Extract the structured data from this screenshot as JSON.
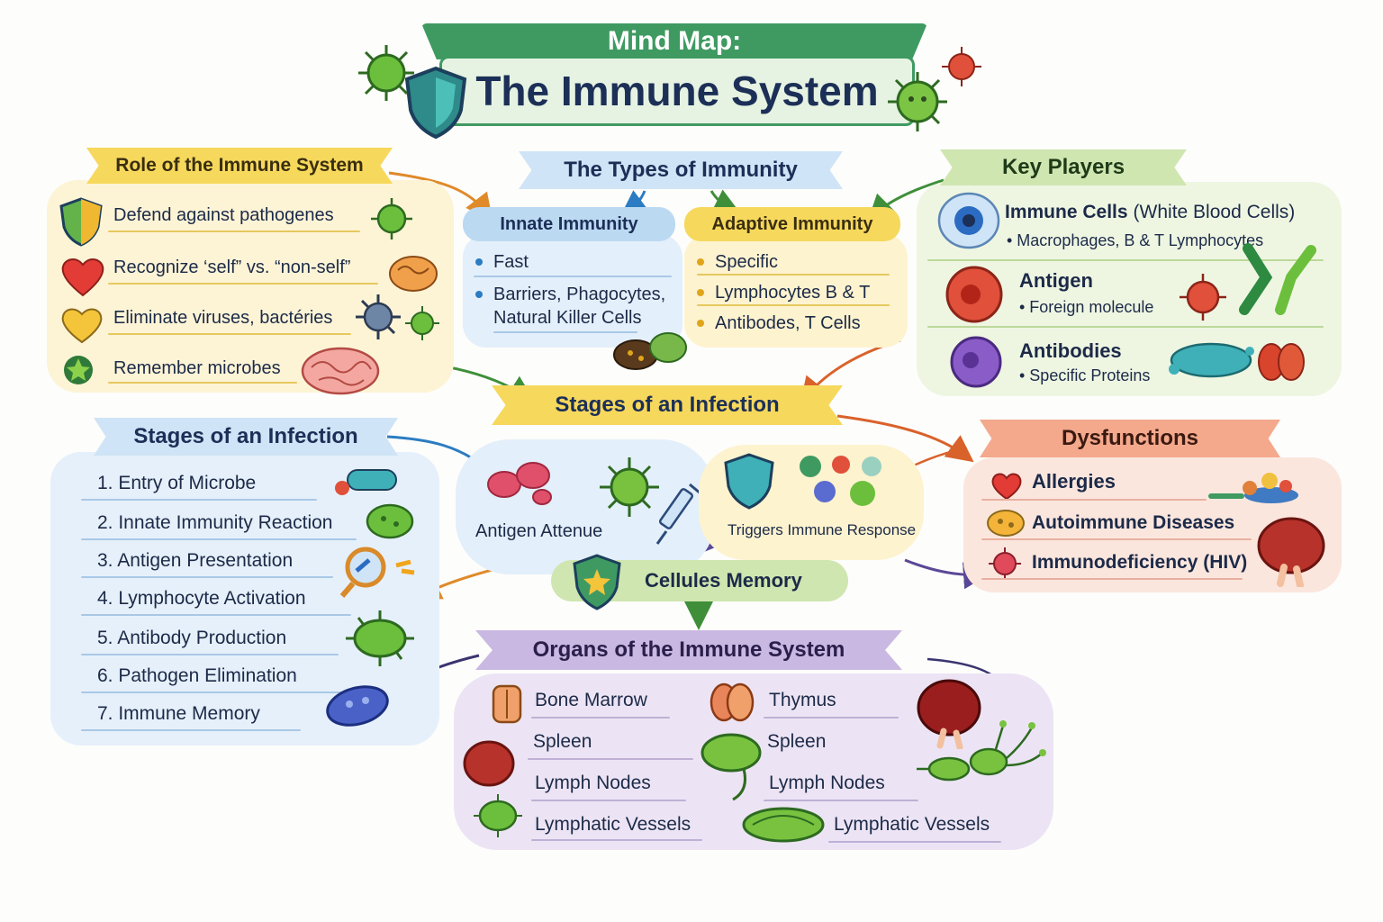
{
  "title": {
    "line1": "Mind Map:",
    "line2": "The Immune System"
  },
  "role": {
    "heading": "Role of the Immune System",
    "items": [
      "Defend against pathogenes",
      "Recognize ‘self” vs. “non-self”",
      "Eliminate viruses, bactéries",
      "Remember microbes"
    ]
  },
  "types": {
    "heading": "The Types of Immunity",
    "innate": {
      "heading": "Innate Immunity",
      "items": [
        "Fast",
        "Barriers, Phagocytes,",
        "Natural Killer Cells"
      ]
    },
    "adaptive": {
      "heading": "Adaptive Immunity",
      "items": [
        "Specific",
        "Lymphocytes B & T",
        "Antibodes, T Cells"
      ]
    }
  },
  "players": {
    "heading": "Key Players",
    "cells": {
      "title": "Immune Cells",
      "title_suffix": "(White Blood Cells)",
      "detail": "• Macrophages, B & T Lymphocytes"
    },
    "antigen": {
      "title": "Antigen",
      "detail": "• Foreign molecule"
    },
    "antibodies": {
      "title": "Antibodies",
      "detail": "• Specific Proteins"
    }
  },
  "center": {
    "heading": "Stages of an Infection",
    "antigen_label": "Antigen Attenue",
    "triggers_label": "Triggers Immune Response",
    "memory_label": "Cellules Memory"
  },
  "stages": {
    "heading": "Stages of an Infection",
    "items": [
      "1. Entry of Microbe",
      "2. Innate Immunity Reaction",
      "3. Antigen Presentation",
      "4. Lymphocyte Activation",
      "5. Antibody Production",
      "6. Pathogen Elimination",
      "7. Immune Memory"
    ]
  },
  "dysfunctions": {
    "heading": "Dysfunctions",
    "items": [
      "Allergies",
      "Autoimmune Diseases",
      "Immunodeficiency (HIV)"
    ]
  },
  "organs": {
    "heading": "Organs of the Immune System",
    "left": [
      "Bone Marrow",
      "Spleen",
      "Lymph Nodes",
      "Lymphatic Vessels"
    ],
    "right": [
      "Thymus",
      "Spleen",
      "Lymph Nodes",
      "Lymphatic Vessels"
    ]
  },
  "colors": {
    "yellow": "#f6d85c",
    "blue": "#bcd9f2",
    "green": "#cfe6b0",
    "red": "#f29a7a",
    "purple": "#c9b8e2",
    "navy": "#1c2f57"
  }
}
